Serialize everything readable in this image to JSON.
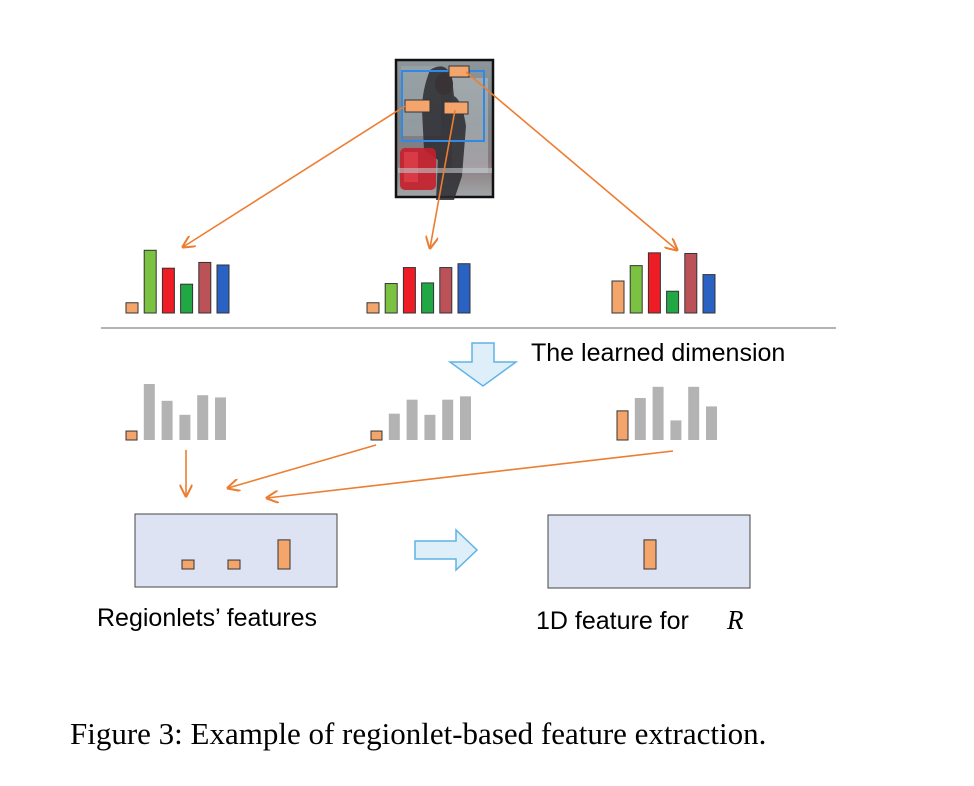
{
  "figure": {
    "learned_dimension_label": "The learned dimension",
    "regionlets_label": "Regionlets’ features",
    "feature_label_prefix": "1D feature for",
    "feature_label_var": "R",
    "caption": "Figure 3: Example of regionlet-based feature extraction."
  },
  "histograms": {
    "colors": [
      "#f4a56b",
      "#7bc142",
      "#ee1c24",
      "#22a745",
      "#bb5257",
      "#2a62c4"
    ],
    "gray": "#b3b3b3",
    "learned_color": "#f4a56b",
    "colored": [
      [
        0.16,
        0.98,
        0.7,
        0.45,
        0.79,
        0.75
      ],
      [
        0.16,
        0.46,
        0.71,
        0.47,
        0.71,
        0.77
      ],
      [
        0.5,
        0.74,
        0.94,
        0.34,
        0.93,
        0.6
      ]
    ],
    "faded": [
      [
        0.16,
        1.0,
        0.7,
        0.45,
        0.8,
        0.76
      ],
      [
        0.16,
        0.47,
        0.72,
        0.45,
        0.72,
        0.78
      ],
      [
        0.52,
        0.75,
        0.95,
        0.35,
        0.95,
        0.6
      ]
    ],
    "pooled_regionlets": [
      0.16,
      0.16,
      0.52
    ],
    "pooled_feature": 0.52
  },
  "colors": {
    "arrow": "#ed7d31",
    "box_fill": "#dde3f3",
    "block_arrow": "#5fb4e4",
    "block_arrow_fill": "#deeffa",
    "divider": "#9b9b9b"
  }
}
